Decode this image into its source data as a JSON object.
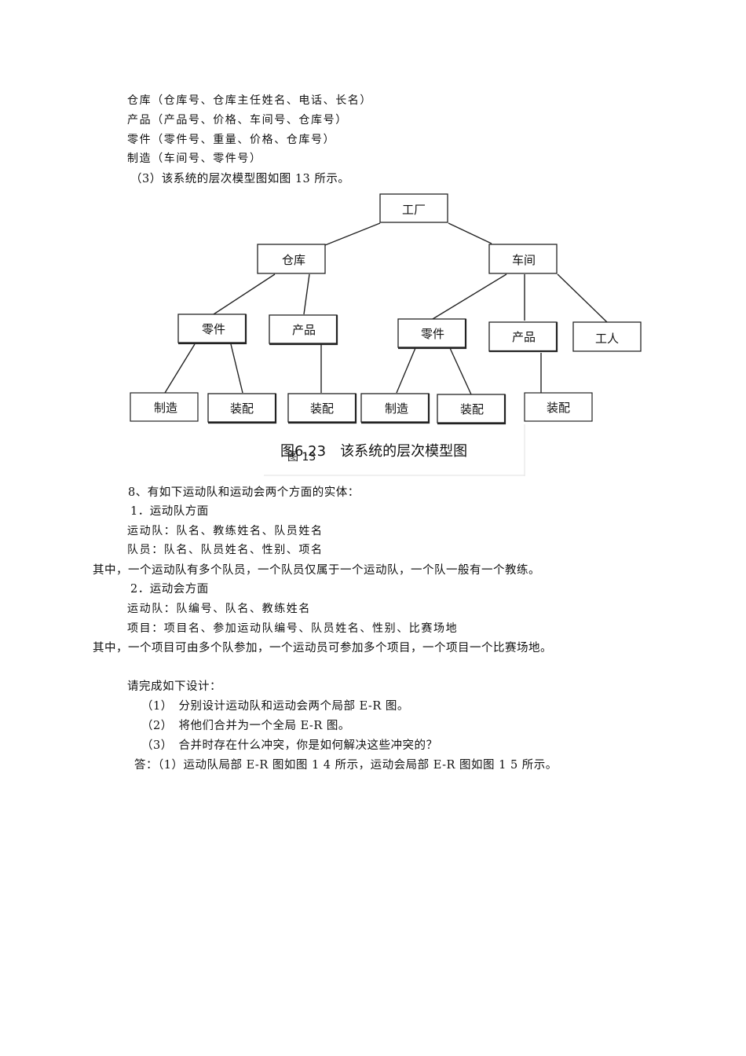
{
  "entities_list": [
    "仓库（仓库号、仓库主任姓名、电话、长名）",
    "产品（产品号、价格、车间号、仓库号）",
    "零件（零件号、重量、价格、仓库号）",
    "制造（车间号、零件号）"
  ],
  "note_3": "（3）该系统的层次模型图如图 13 所示。",
  "diagram": {
    "nodes": {
      "factory": "工厂",
      "warehouse": "仓库",
      "workshop": "车间",
      "w_part": "零件",
      "w_product": "产品",
      "s_part": "零件",
      "s_product": "产品",
      "s_worker": "工人",
      "m1": "制造",
      "a1": "装配",
      "a2": "装配",
      "m2": "制造",
      "a3": "装配",
      "a4": "装配"
    },
    "caption_main": "图6.23　该系统的层次模型图",
    "caption_overlap": "图 13"
  },
  "question8": {
    "intro": "8、有如下运动队和运动会两个方面的实体：",
    "part1_title": "1．运动队方面",
    "part1_lines": [
      "运动队：队名、教练姓名、队员姓名",
      "队员：队名、队员姓名、性别、项名"
    ],
    "part1_note": "其中，一个运动队有多个队员，一个队员仅属于一个运动队，一个队一般有一个教练。",
    "part2_title": "2．运动会方面",
    "part2_lines": [
      "运动队：队编号、队名、教练姓名",
      "项目：项目名、参加运动队编号、队员姓名、性别、比赛场地"
    ],
    "part2_note": "其中，一个项目可由多个队参加，一个运动员可参加多个项目，一个项目一个比赛场地。",
    "task_intro": "请完成如下设计：",
    "tasks": [
      "（1）　分别设计运动队和运动会两个局部 E-R 图。",
      "（2）　将他们合并为一个全局 E-R 图。",
      "（3）　合并时存在什么冲突，你是如何解决这些冲突的？"
    ],
    "answer": "答：（1）运动队局部 E-R 图如图 1 4 所示，运动会局部 E-R 图如图 1 5 所示。"
  }
}
